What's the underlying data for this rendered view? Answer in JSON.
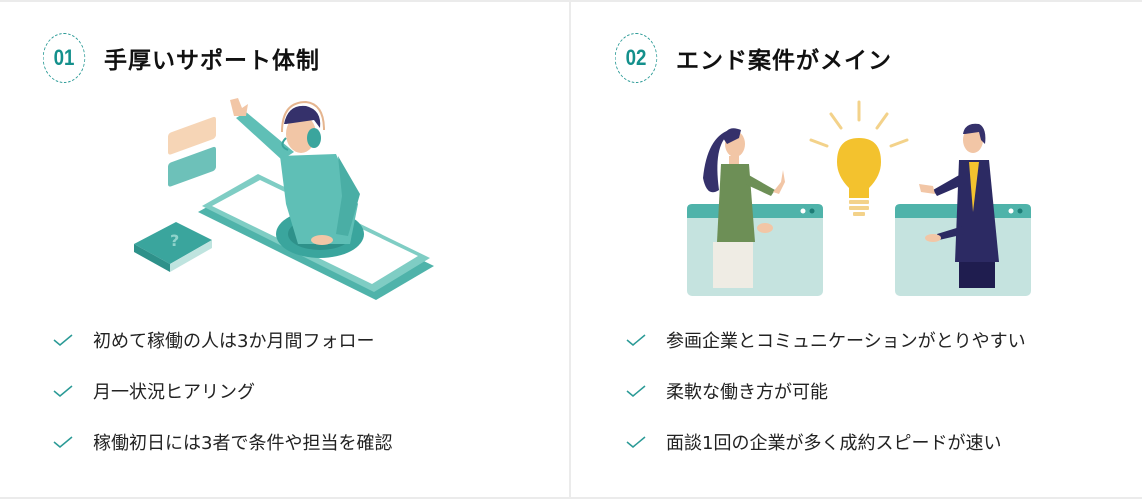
{
  "colors": {
    "accent": "#14908c",
    "divider": "#ebebeb",
    "text": "#222222"
  },
  "features": [
    {
      "number": "01",
      "title": "手厚いサポート体制",
      "illustration": "support-operator-smartphone",
      "items": [
        "初めて稼働の人は3か月間フォロー",
        "月一状況ヒアリング",
        "稼働初日には3者で条件や担当を確認"
      ]
    },
    {
      "number": "02",
      "title": "エンド案件がメイン",
      "illustration": "business-meeting-lightbulb",
      "items": [
        "参画企業とコミュニケーションがとりやすい",
        "柔軟な働き方が可能",
        "面談1回の企業が多く成約スピードが速い"
      ]
    }
  ]
}
